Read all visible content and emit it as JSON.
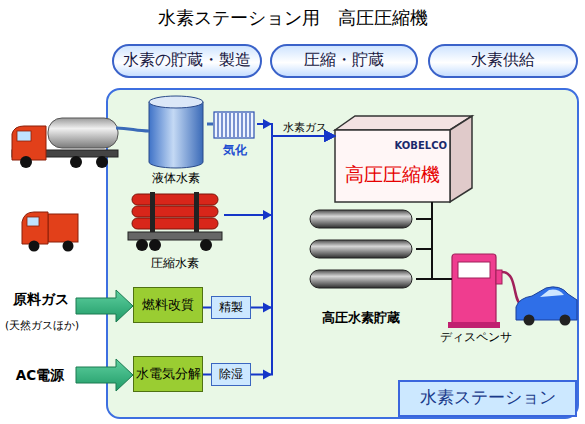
{
  "diagram": {
    "title": "水素ステーション用　高圧圧縮機",
    "nodes": [
      {
        "text": [
          "水素の貯蔵・製造"
        ]
      },
      {
        "text": [
          "圧縮・貯蔵"
        ]
      },
      {
        "text": [
          "水素供給"
        ]
      },
      {
        "text": [
          "水素ステーション"
        ]
      },
      {
        "text": [
          "液体水素"
        ],
        "in": 3
      },
      {
        "text": [
          "気化"
        ],
        "in": 3
      },
      {
        "text": [
          "圧縮水素"
        ],
        "in": 3
      },
      {
        "text": [
          "燃料改質"
        ],
        "in": 3
      },
      {
        "text": [
          "精製"
        ],
        "in": 3
      },
      {
        "text": [
          "水電気分解"
        ],
        "in": 3
      },
      {
        "text": [
          "除湿"
        ],
        "in": 3
      },
      {
        "text": [
          "KOBELCO",
          "高圧圧縮機"
        ],
        "in": 3
      },
      {
        "text": [
          "高圧水素貯蔵"
        ],
        "in": 3
      },
      {
        "text": [
          "ディスペンサ"
        ],
        "in": 3
      }
    ],
    "edges": [
      {
        "from": 4,
        "to": 5,
        "arrow": "none"
      },
      {
        "from": 7,
        "to": 8,
        "arrow": "none"
      },
      {
        "from": 9,
        "to": 10,
        "arrow": "none"
      },
      {
        "from": 5,
        "to": 11,
        "arrow": "to"
      },
      {
        "from": 6,
        "to": 11,
        "arrow": "to"
      },
      {
        "from": 8,
        "to": 11,
        "arrow": "to"
      },
      {
        "from": 10,
        "to": 11,
        "arrow": "to"
      },
      {
        "from": 11,
        "to": 12,
        "arrow": "none"
      },
      {
        "from": 12,
        "to": 13,
        "arrow": "none"
      }
    ],
    "labels": [
      "原料ガス",
      "(天然ガスほか)",
      "AC電源",
      "水素ガス"
    ]
  }
}
